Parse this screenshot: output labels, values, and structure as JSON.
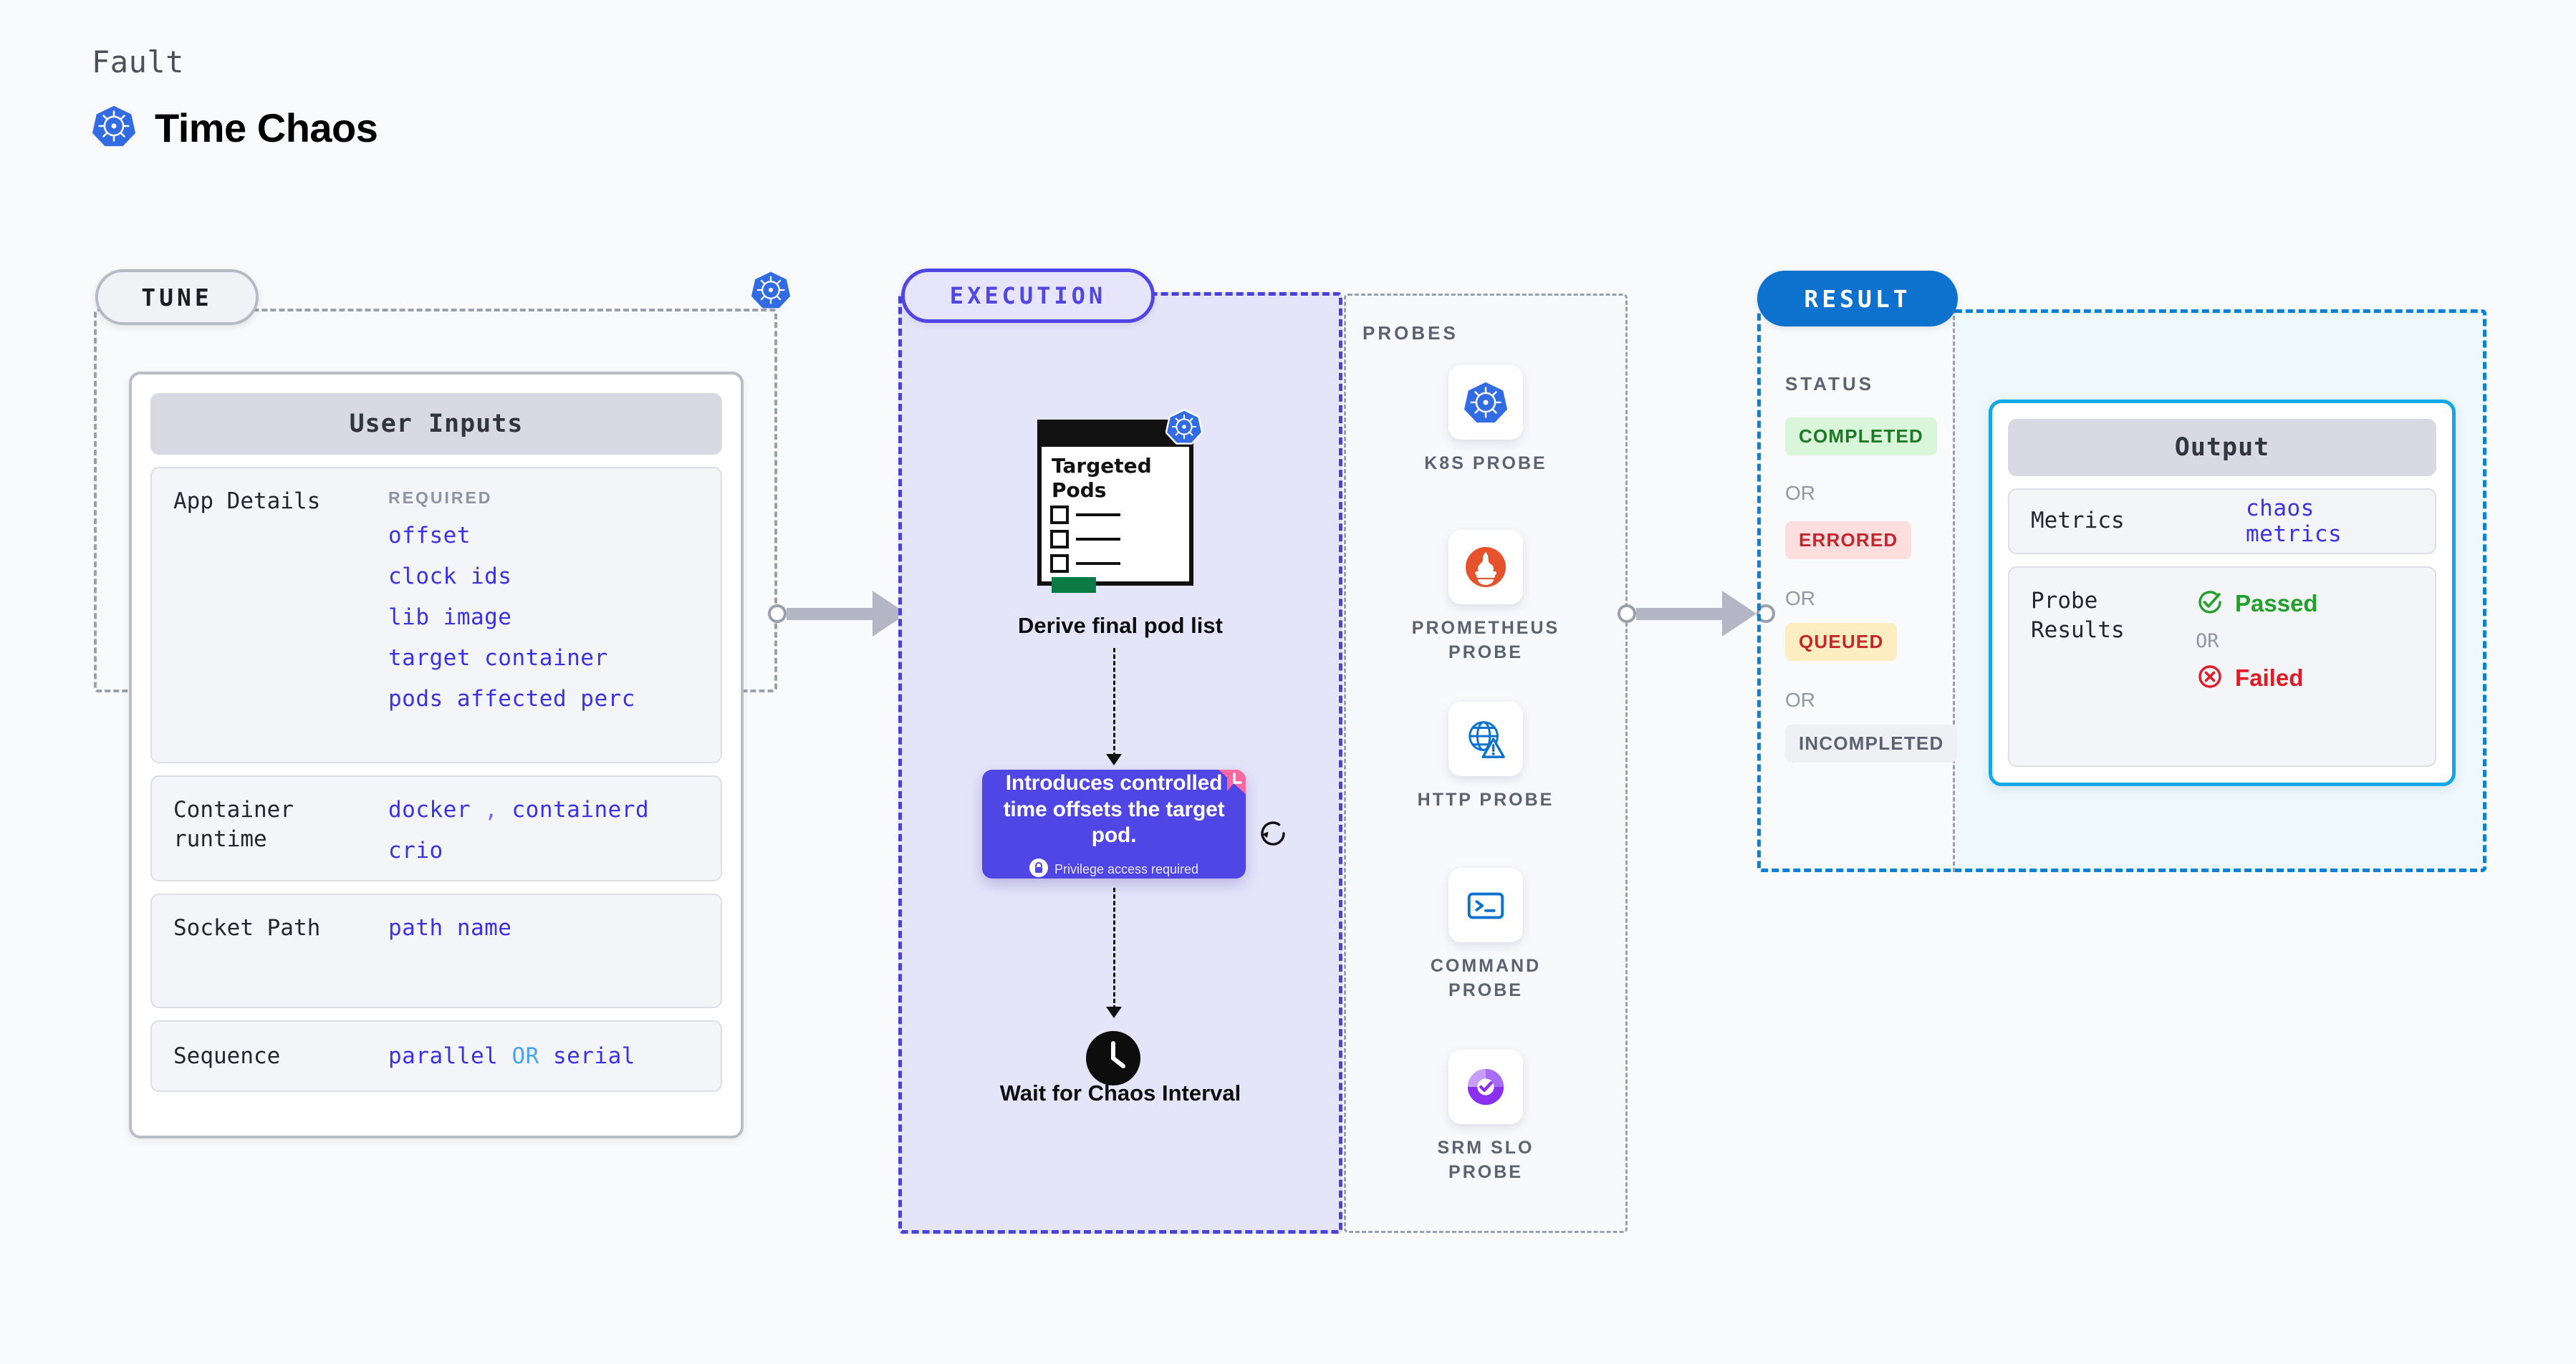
{
  "header": {
    "kicker": "Fault",
    "title": "Time Chaos",
    "logo_icon": "kubernetes-icon"
  },
  "tune": {
    "pill_label": "TUNE",
    "badge_icon": "kubernetes-icon",
    "card_title": "User Inputs",
    "rows": [
      {
        "label": "App Details",
        "tag": "REQUIRED",
        "values": [
          "offset",
          "clock ids",
          "lib image",
          "target container",
          "pods affected perc"
        ]
      },
      {
        "label": "Container runtime",
        "values": [
          "docker , containerd",
          "crio"
        ]
      },
      {
        "label": "Socket Path",
        "values": [
          "path name"
        ]
      },
      {
        "label": "Sequence",
        "values": [
          "parallel OR serial"
        ]
      }
    ],
    "runtime_v1a": "docker",
    "runtime_sep": ",",
    "runtime_v1b": "containerd",
    "runtime_v2": "crio",
    "socket_value": "path name",
    "seq_a": "parallel",
    "seq_or": "OR",
    "seq_b": "serial"
  },
  "execution": {
    "pill_label": "EXECUTION",
    "clipboard": {
      "title_line1": "Targeted",
      "title_line2": "Pods",
      "badge_icon": "kubernetes-icon"
    },
    "derive_label": "Derive final pod list",
    "info_card": {
      "text": "Introduces controlled time offsets the target pod.",
      "privilege_note": "Privilege access required",
      "lock_icon": "lock-icon",
      "ribbon_icon": "chaos-ribbon-icon",
      "refresh_icon": "refresh-icon",
      "accent_color": "#4f46e5",
      "ribbon_color": "#f9699f"
    },
    "wait_label": "Wait for Chaos Interval",
    "clock_icon": "clock-icon"
  },
  "probes": {
    "title": "PROBES",
    "items": [
      {
        "name": "K8S PROBE",
        "icon": "kubernetes-icon",
        "color": "#326ce5"
      },
      {
        "name": "PROMETHEUS PROBE",
        "icon": "prometheus-icon",
        "color": "#e6522c"
      },
      {
        "name": "HTTP PROBE",
        "icon": "globe-warning-icon",
        "color": "#0b72d0"
      },
      {
        "name": "COMMAND PROBE",
        "icon": "terminal-icon",
        "color": "#0b72d0"
      },
      {
        "name": "SRM SLO PROBE",
        "icon": "slo-donut-check-icon",
        "color": "#9a4ced"
      }
    ]
  },
  "result": {
    "pill_label": "RESULT",
    "status_title": "STATUS",
    "or_label": "OR",
    "statuses": [
      {
        "label": "COMPLETED",
        "fg": "#1d7a24",
        "bg": "#d9f5da"
      },
      {
        "label": "ERRORED",
        "fg": "#c1272d",
        "bg": "#fcdede"
      },
      {
        "label": "QUEUED",
        "fg": "#c1272d",
        "bg": "#fdeec2"
      },
      {
        "label": "INCOMPLETED",
        "fg": "#5c6270",
        "bg": "#eff0f4"
      }
    ],
    "output": {
      "title": "Output",
      "metrics_label": "Metrics",
      "metrics_value": "chaos metrics",
      "probe_results_label": "Probe Results",
      "passed_label": "Passed",
      "failed_label": "Failed",
      "or_label": "OR",
      "passed_icon": "check-circle-icon",
      "failed_icon": "x-circle-icon",
      "passed_color": "#21a02a",
      "failed_color": "#e01b24"
    }
  }
}
